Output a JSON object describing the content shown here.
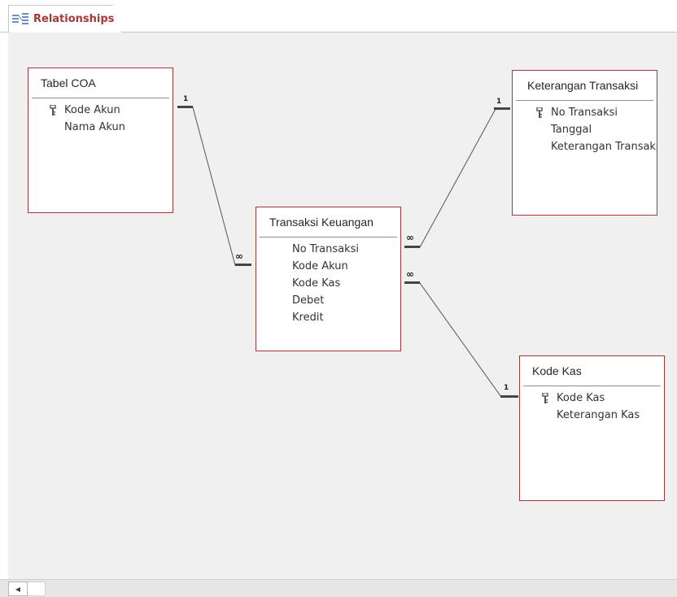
{
  "tab": {
    "label": "Relationships",
    "icon": "relationships-icon"
  },
  "colors": {
    "accent": "#a4373a",
    "canvas": "#f0f0f0",
    "line": "#555555"
  },
  "tables": {
    "tabel_coa": {
      "title": "Tabel COA",
      "fields": [
        {
          "name": "Kode Akun",
          "primary_key": true
        },
        {
          "name": "Nama Akun",
          "primary_key": false
        }
      ]
    },
    "transaksi_keuangan": {
      "title": "Transaksi Keuangan",
      "fields": [
        {
          "name": "No Transaksi",
          "primary_key": false
        },
        {
          "name": "Kode Akun",
          "primary_key": false
        },
        {
          "name": "Kode Kas",
          "primary_key": false
        },
        {
          "name": "Debet",
          "primary_key": false
        },
        {
          "name": "Kredit",
          "primary_key": false
        }
      ]
    },
    "keterangan_transaksi": {
      "title": "Keterangan Transaksi",
      "fields": [
        {
          "name": "No Transaksi",
          "primary_key": true
        },
        {
          "name": "Tanggal",
          "primary_key": false
        },
        {
          "name": "Keterangan Transaksi",
          "primary_key": false
        }
      ]
    },
    "kode_kas": {
      "title": "Kode Kas",
      "fields": [
        {
          "name": "Kode Kas",
          "primary_key": true
        },
        {
          "name": "Keterangan Kas",
          "primary_key": false
        }
      ]
    }
  },
  "relationships": [
    {
      "from": "Tabel COA",
      "to": "Transaksi Keuangan",
      "one_label": "1",
      "many_label": "∞"
    },
    {
      "from": "Keterangan Transaksi",
      "to": "Transaksi Keuangan",
      "one_label": "1",
      "many_label": "∞"
    },
    {
      "from": "Kode Kas",
      "to": "Transaksi Keuangan",
      "one_label": "1",
      "many_label": "∞"
    }
  ],
  "scrollbar": {
    "left_arrow": "◀"
  }
}
